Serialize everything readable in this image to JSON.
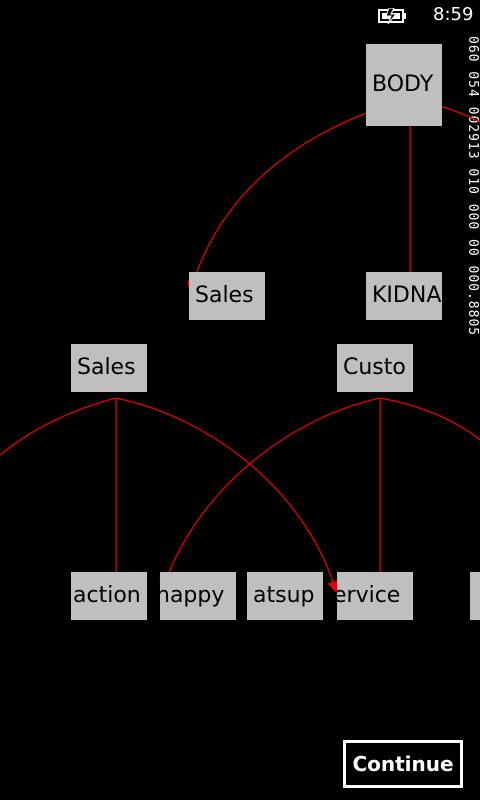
{
  "status_bar": {
    "time": "8:59",
    "battery_icon": "battery-charging-icon"
  },
  "perf_counter": "060 054 002913 010 000 00 000.8805",
  "nodes": [
    {
      "id": "body",
      "label": "BODY"
    },
    {
      "id": "sales-top",
      "label": "Sales"
    },
    {
      "id": "kidney",
      "label": "KIDNA"
    },
    {
      "id": "sales-mid",
      "label": "Sales"
    },
    {
      "id": "custo",
      "label": "Custo"
    },
    {
      "id": "action",
      "label": "action"
    },
    {
      "id": "happy",
      "label": "happy"
    },
    {
      "id": "whatsup",
      "label": "atsup"
    },
    {
      "id": "service",
      "label": "ervice"
    },
    {
      "id": "offscreen-leaf",
      "label": ""
    }
  ],
  "edges": [
    {
      "from": "body",
      "to": "sales-top"
    },
    {
      "from": "body",
      "to": "kidney"
    },
    {
      "from": "body",
      "to": "offscreen-right"
    },
    {
      "from": "sales-mid",
      "to": "action"
    },
    {
      "from": "sales-mid",
      "to": "service"
    },
    {
      "from": "sales-mid",
      "to": "offscreen-left"
    },
    {
      "from": "custo",
      "to": "happy"
    },
    {
      "from": "custo",
      "to": "service"
    },
    {
      "from": "custo",
      "to": "offscreen-right"
    }
  ],
  "colors": {
    "edge": "#e00000",
    "node_fill": "#bfbfbf",
    "background": "#000000"
  },
  "continue_button": {
    "label": "Continue"
  }
}
